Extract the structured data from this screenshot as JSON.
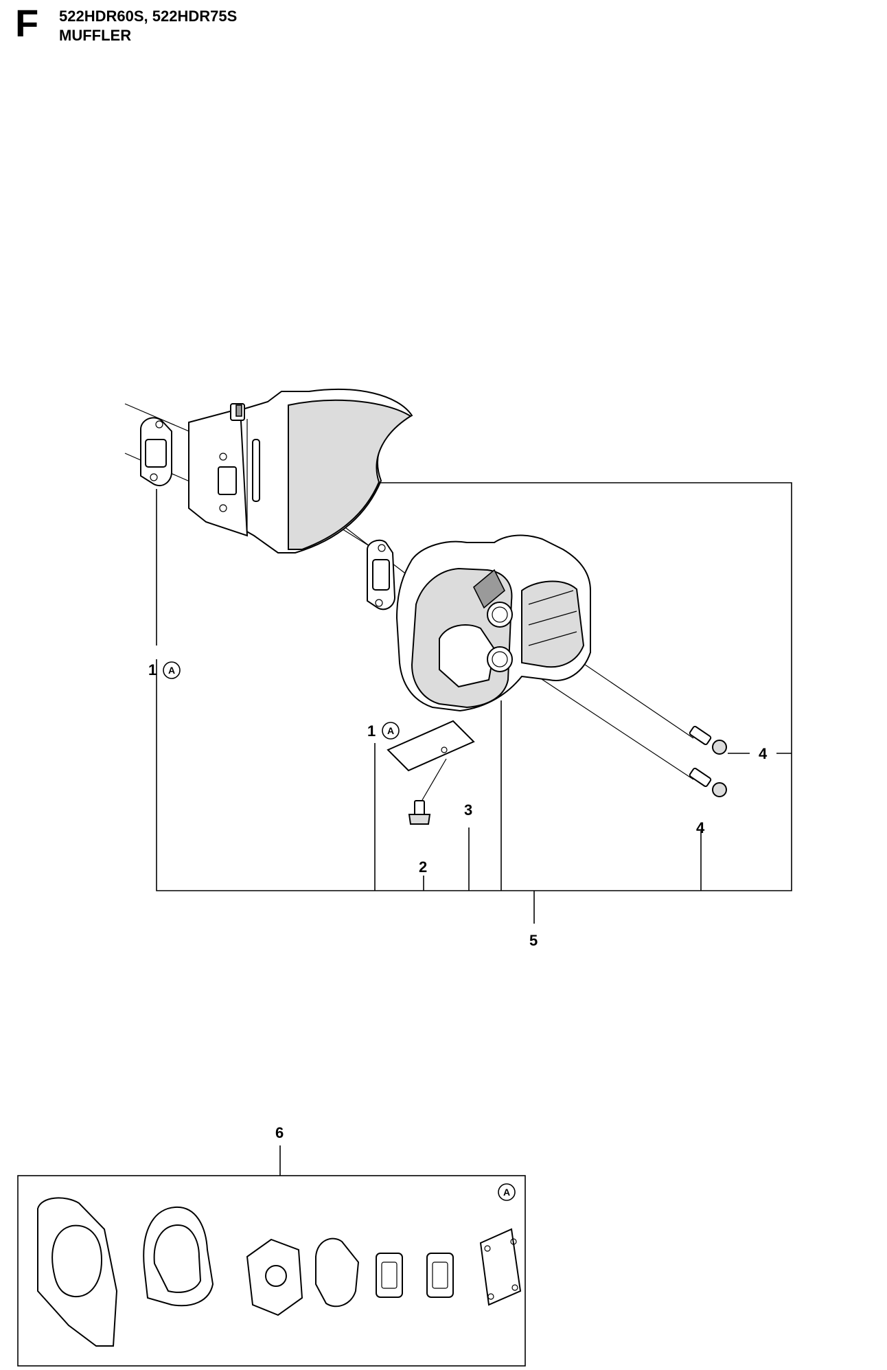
{
  "header": {
    "section": "F",
    "models": "522HDR60S, 522HDR75S",
    "title": "MUFFLER"
  },
  "callouts": {
    "c1_left": "1",
    "c1_center": "1",
    "c2": "2",
    "c3": "3",
    "c4_upper": "4",
    "c4_lower": "4",
    "c5": "5",
    "c6": "6"
  },
  "badges": {
    "kit_symbol": "A"
  }
}
